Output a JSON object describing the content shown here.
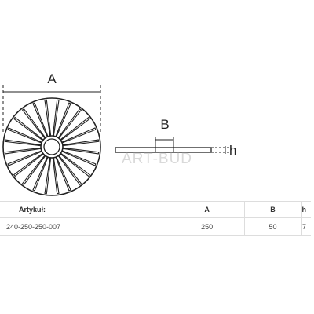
{
  "drawing": {
    "dim_a_label": "A",
    "dim_b_label": "B",
    "dim_h_label": "h",
    "watermark": "ART-BUD",
    "line_color": "#222222",
    "spoke_count": 24
  },
  "table": {
    "headers": [
      "Artykuł:",
      "A",
      "B",
      "h"
    ],
    "rows": [
      [
        "240-250-250-007",
        "250",
        "50",
        "7"
      ]
    ]
  }
}
